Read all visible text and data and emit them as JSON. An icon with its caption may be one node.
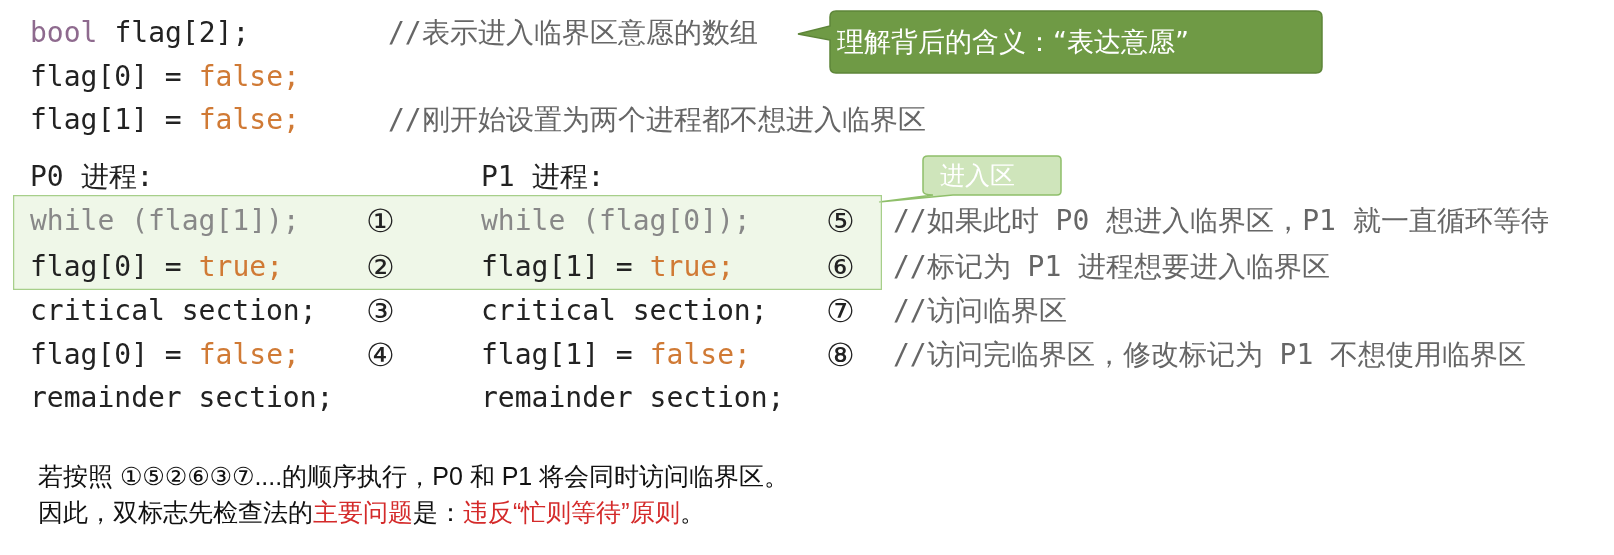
{
  "diagram": {
    "nodes": [
      {
        "text": [
          "理解背后的含义：“表达意愿”"
        ]
      },
      {
        "text": [
          "进入区"
        ]
      },
      {
        "text": [],
        "shape": "box"
      }
    ],
    "edges": [],
    "labels": [
      "bool",
      "flag[2];",
      "//表示进入临界区意愿的数组",
      "flag[0] =",
      "false;",
      "flag[1] =",
      "false;",
      "//刚开始设置为两个进程都不想进入临界区",
      "P0 进程:",
      "P1 进程:",
      "while (flag[1]);",
      "①",
      "while (flag[0]);",
      "⑤",
      "//如果此时 P0 想进入临界区，P1 就一直循环等待",
      "flag[0] =",
      "true;",
      "②",
      "flag[1] =",
      "true;",
      "⑥",
      "//标记为 P1 进程想要进入临界区",
      "critical section;",
      "③",
      "critical section;",
      "⑦",
      "//访问临界区",
      "flag[0] =",
      "false;",
      "④",
      "flag[1] =",
      "false;",
      "⑧",
      "//访问完临界区，修改标记为 P1 不想使用临界区",
      "remainder section;",
      "remainder section;",
      "若按照 ①⑤②⑥③⑦....的顺序执行，P0 和 P1 将会同时访问临界区。",
      "因此，双标志先检查法的",
      "主要问题",
      "是：",
      "违反“忙则等待”原则",
      "。"
    ]
  }
}
